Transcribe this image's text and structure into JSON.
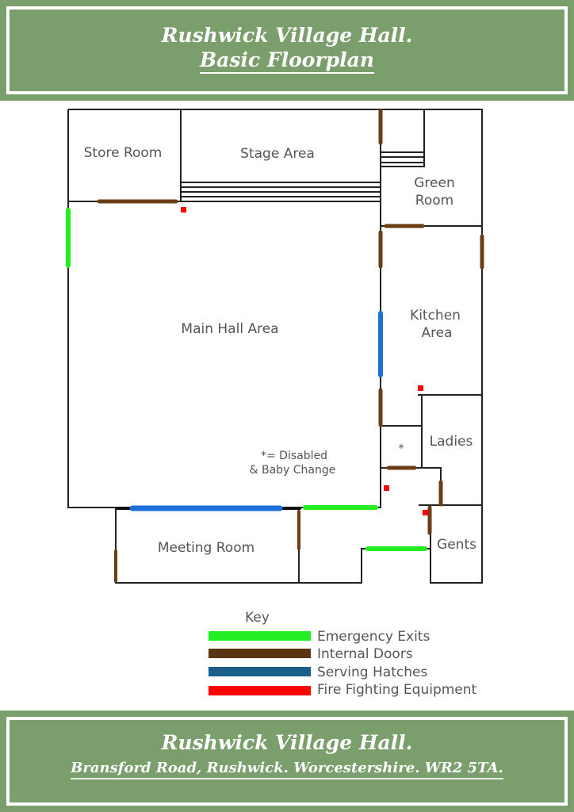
{
  "header": {
    "title": "Rushwick Village Hall.",
    "subtitle": "Basic Floorplan"
  },
  "rooms": {
    "store": "Store Room",
    "stage": "Stage Area",
    "green1": "Green",
    "green2": "Room",
    "main": "Main Hall Area",
    "kitchen1": "Kitchen",
    "kitchen2": "Area",
    "disabled": "*",
    "ladies": "Ladies",
    "gents": "Gents",
    "meeting": "Meeting Room"
  },
  "note": {
    "line1": "*= Disabled",
    "line2": "& Baby Change"
  },
  "key": {
    "title": "Key",
    "items": [
      {
        "label": "Emergency Exits",
        "color": "#22ee22"
      },
      {
        "label": "Internal Doors",
        "color": "#5a3512"
      },
      {
        "label": "Serving Hatches",
        "color": "#1a5f8a"
      },
      {
        "label": "Fire Fighting Equipment",
        "color": "#ff0000"
      }
    ]
  },
  "colors": {
    "band": "#7a9e6c",
    "wall": "#222222",
    "exit": "#22ee22",
    "door": "#6b3d14",
    "hatch": "#1e6fd9",
    "fire": "#ff0000"
  },
  "footer": {
    "title": "Rushwick Village Hall.",
    "address": "Bransford Road, Rushwick. Worcestershire. WR2 5TA."
  }
}
